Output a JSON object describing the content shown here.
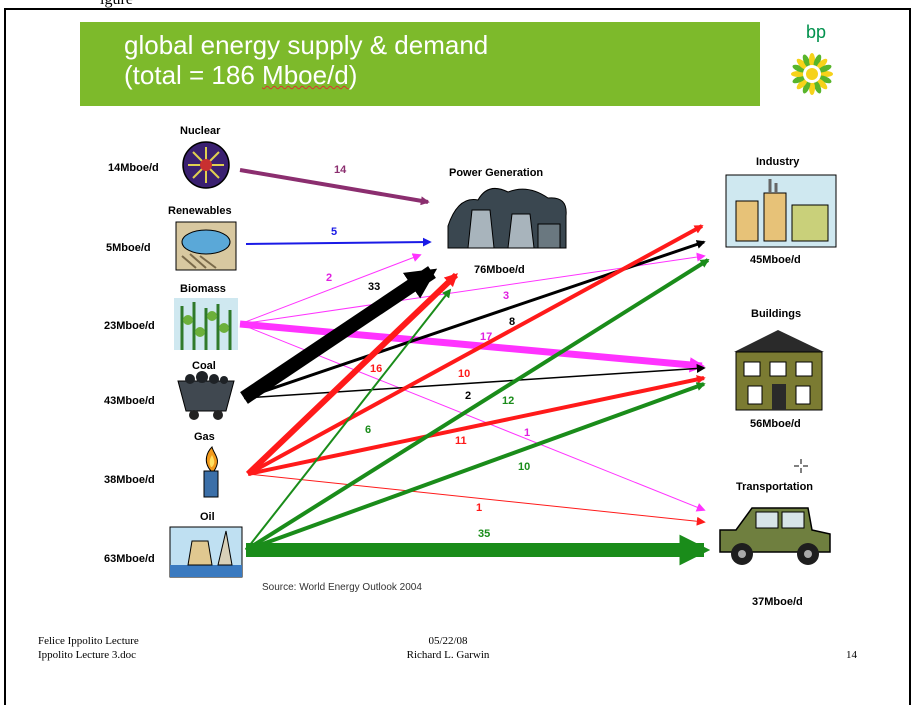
{
  "header_fragment": "igure",
  "title": {
    "line1": "global energy supply & demand",
    "line2_prefix": "(total = 186 ",
    "line2_unit": "Mboe/d",
    "line2_suffix": ")"
  },
  "logo": {
    "text": "bp",
    "color": "#00914c",
    "sun_color": "#f6d21a",
    "petal_color": "#58b52b"
  },
  "sources": [
    {
      "id": "nuclear",
      "name": "Nuclear",
      "amount": "14Mboe/d",
      "icon": "nuclear-icon"
    },
    {
      "id": "renewables",
      "name": "Renewables",
      "amount": "5Mboe/d",
      "icon": "reservoir-icon"
    },
    {
      "id": "biomass",
      "name": "Biomass",
      "amount": "23Mboe/d",
      "icon": "cornfield-icon"
    },
    {
      "id": "coal",
      "name": "Coal",
      "amount": "43Mboe/d",
      "icon": "coal-cart-icon"
    },
    {
      "id": "gas",
      "name": "Gas",
      "amount": "38Mboe/d",
      "icon": "gas-flame-icon"
    },
    {
      "id": "oil",
      "name": "Oil",
      "amount": "63Mboe/d",
      "icon": "oil-rig-icon"
    }
  ],
  "power": {
    "name": "Power Generation",
    "amount": "76Mboe/d",
    "icon": "power-plant-icon"
  },
  "sinks": [
    {
      "id": "industry",
      "name": "Industry",
      "amount": "45Mboe/d",
      "icon": "factory-icon"
    },
    {
      "id": "buildings",
      "name": "Buildings",
      "amount": "56Mboe/d",
      "icon": "house-icon"
    },
    {
      "id": "transportation",
      "name": "Transportation",
      "amount": "37Mboe/d",
      "icon": "truck-icon"
    }
  ],
  "flows": [
    {
      "from": "nuclear",
      "to": "power",
      "value": "14",
      "color": "#8b2e6f"
    },
    {
      "from": "renewables",
      "to": "power",
      "value": "5",
      "color": "#1a1ae6"
    },
    {
      "from": "biomass",
      "to": "power",
      "value": "2",
      "color": "#ff33ff"
    },
    {
      "from": "biomass",
      "to": "industry",
      "value": "3",
      "color": "#ff33ff"
    },
    {
      "from": "biomass",
      "to": "buildings",
      "value": "17",
      "color": "#ff33ff"
    },
    {
      "from": "biomass",
      "to": "transportation",
      "value": "1",
      "color": "#ff33ff"
    },
    {
      "from": "coal",
      "to": "power",
      "value": "33",
      "color": "#000000"
    },
    {
      "from": "coal",
      "to": "industry",
      "value": "8",
      "color": "#000000"
    },
    {
      "from": "coal",
      "to": "buildings",
      "value": "2",
      "color": "#000000"
    },
    {
      "from": "gas",
      "to": "power",
      "value": "16",
      "color": "#ff1a1a"
    },
    {
      "from": "gas",
      "to": "industry",
      "value": "10",
      "color": "#ff1a1a"
    },
    {
      "from": "gas",
      "to": "buildings",
      "value": "11",
      "color": "#ff1a1a"
    },
    {
      "from": "gas",
      "to": "transportation",
      "value": "1",
      "color": "#ff1a1a"
    },
    {
      "from": "oil",
      "to": "power",
      "value": "6",
      "color": "#1a8c1a"
    },
    {
      "from": "oil",
      "to": "industry",
      "value": "12",
      "color": "#1a8c1a"
    },
    {
      "from": "oil",
      "to": "buildings",
      "value": "10",
      "color": "#1a8c1a"
    },
    {
      "from": "oil",
      "to": "transportation",
      "value": "35",
      "color": "#1a8c1a"
    }
  ],
  "source_note": "Source: World Energy Outlook 2004",
  "footer": {
    "left_line1": "Felice Ippolito Lecture",
    "left_line2": "Ippolito Lecture 3.doc",
    "center_line1": "05/22/08",
    "center_line2": "Richard L. Garwin",
    "page_number": "14"
  }
}
